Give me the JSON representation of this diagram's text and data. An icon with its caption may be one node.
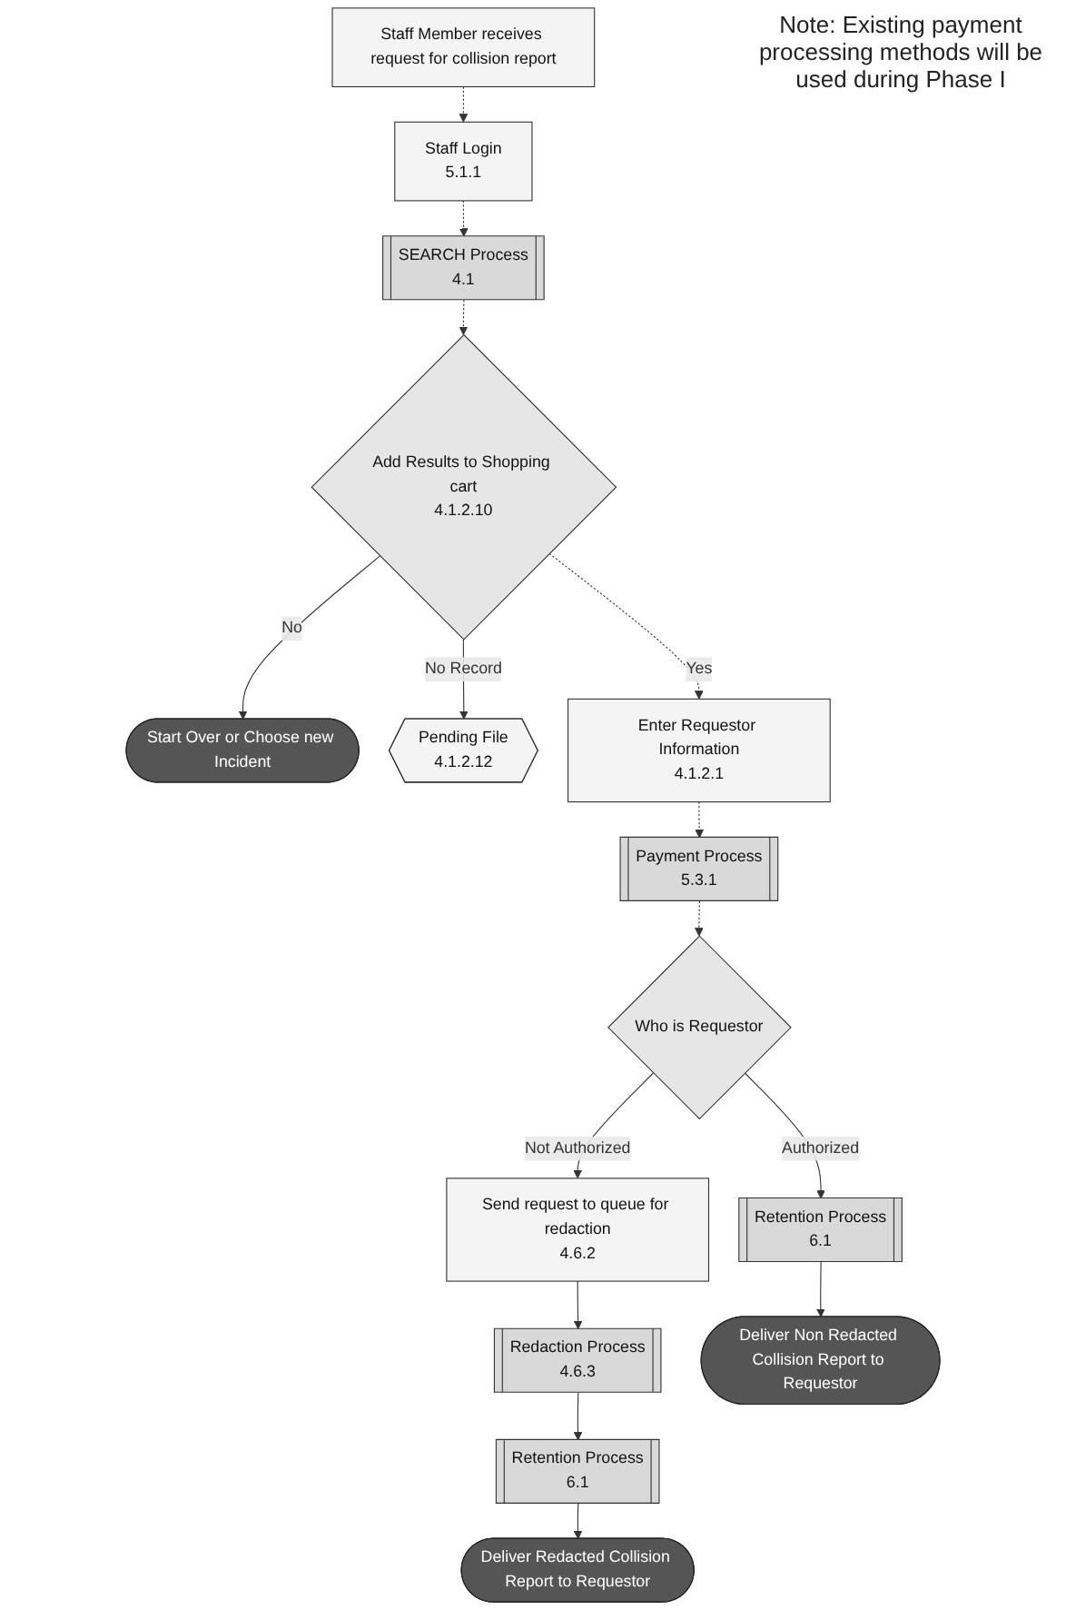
{
  "diagram": {
    "nodes": [
      {
        "text": [
          "Staff Member receives request for collision report"
        ]
      },
      {
        "text": [
          "Staff Login",
          "5.1.1"
        ]
      },
      {
        "text": [
          "SEARCH Process",
          "4.1"
        ]
      },
      {
        "text": [
          "Add Results to Shopping cart",
          "4.1.2.10"
        ]
      },
      {
        "text": [
          "Start Over or Choose new Incident"
        ]
      },
      {
        "text": [
          "Pending File",
          "4.1.2.12"
        ]
      },
      {
        "text": [
          "Enter Requestor Information",
          "4.1.2.1"
        ]
      },
      {
        "text": [
          "Payment Process",
          "5.3.1"
        ]
      },
      {
        "text": [
          "Who is Requestor"
        ]
      },
      {
        "text": [
          "Send request to queue for redaction",
          "4.6.2"
        ]
      },
      {
        "text": [
          "Retention Process",
          "6.1"
        ]
      },
      {
        "text": [
          "Redaction Process",
          "4.6.3"
        ]
      },
      {
        "text": [
          "Retention Process",
          "6.1"
        ]
      },
      {
        "text": [
          "Deliver Non Redacted Collision Report to Requestor"
        ]
      },
      {
        "text": [
          "Deliver Redacted Collision Report to Requestor"
        ]
      }
    ],
    "edges": [
      {
        "from": 0,
        "to": 1,
        "arrow": "to",
        "style": "dashed"
      },
      {
        "from": 1,
        "to": 2,
        "arrow": "to",
        "style": "dashed"
      },
      {
        "from": 2,
        "to": 3,
        "arrow": "to",
        "style": "dashed"
      },
      {
        "from": 3,
        "to": 4,
        "arrow": "to",
        "label": "No"
      },
      {
        "from": 3,
        "to": 5,
        "arrow": "to",
        "label": "No Record"
      },
      {
        "from": 3,
        "to": 6,
        "arrow": "to",
        "label": "Yes",
        "style": "dashed"
      },
      {
        "from": 6,
        "to": 7,
        "arrow": "to",
        "style": "dashed"
      },
      {
        "from": 7,
        "to": 8,
        "arrow": "to",
        "style": "dashed"
      },
      {
        "from": 8,
        "to": 9,
        "arrow": "to",
        "label": "Not Authorized"
      },
      {
        "from": 8,
        "to": 10,
        "arrow": "to",
        "label": "Authorized"
      },
      {
        "from": 9,
        "to": 11,
        "arrow": "to"
      },
      {
        "from": 11,
        "to": 12,
        "arrow": "to"
      },
      {
        "from": 10,
        "to": 13,
        "arrow": "to"
      },
      {
        "from": 12,
        "to": 14,
        "arrow": "to"
      }
    ],
    "labels": [
      "Note: Existing payment processing methods will be used during Phase I"
    ]
  }
}
